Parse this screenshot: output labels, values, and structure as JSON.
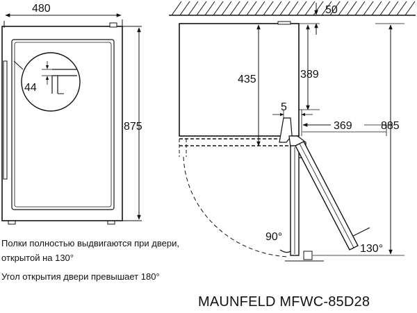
{
  "dimensions": {
    "width": "480",
    "height": "875",
    "shelf_offset": "44",
    "wall_gap": "50",
    "depth": "435",
    "side_depth": "389",
    "door_gap": "5",
    "depth_door": "369",
    "depth_open": "885",
    "angle_90": "90°",
    "angle_130": "130°"
  },
  "notes": {
    "line1": "Полки полностью выдвигаются при двери,",
    "line2": "открытой на 130°",
    "line3": "Угол открытия двери превышает 180°"
  },
  "model": "MAUNFELD MFWC-85D28"
}
